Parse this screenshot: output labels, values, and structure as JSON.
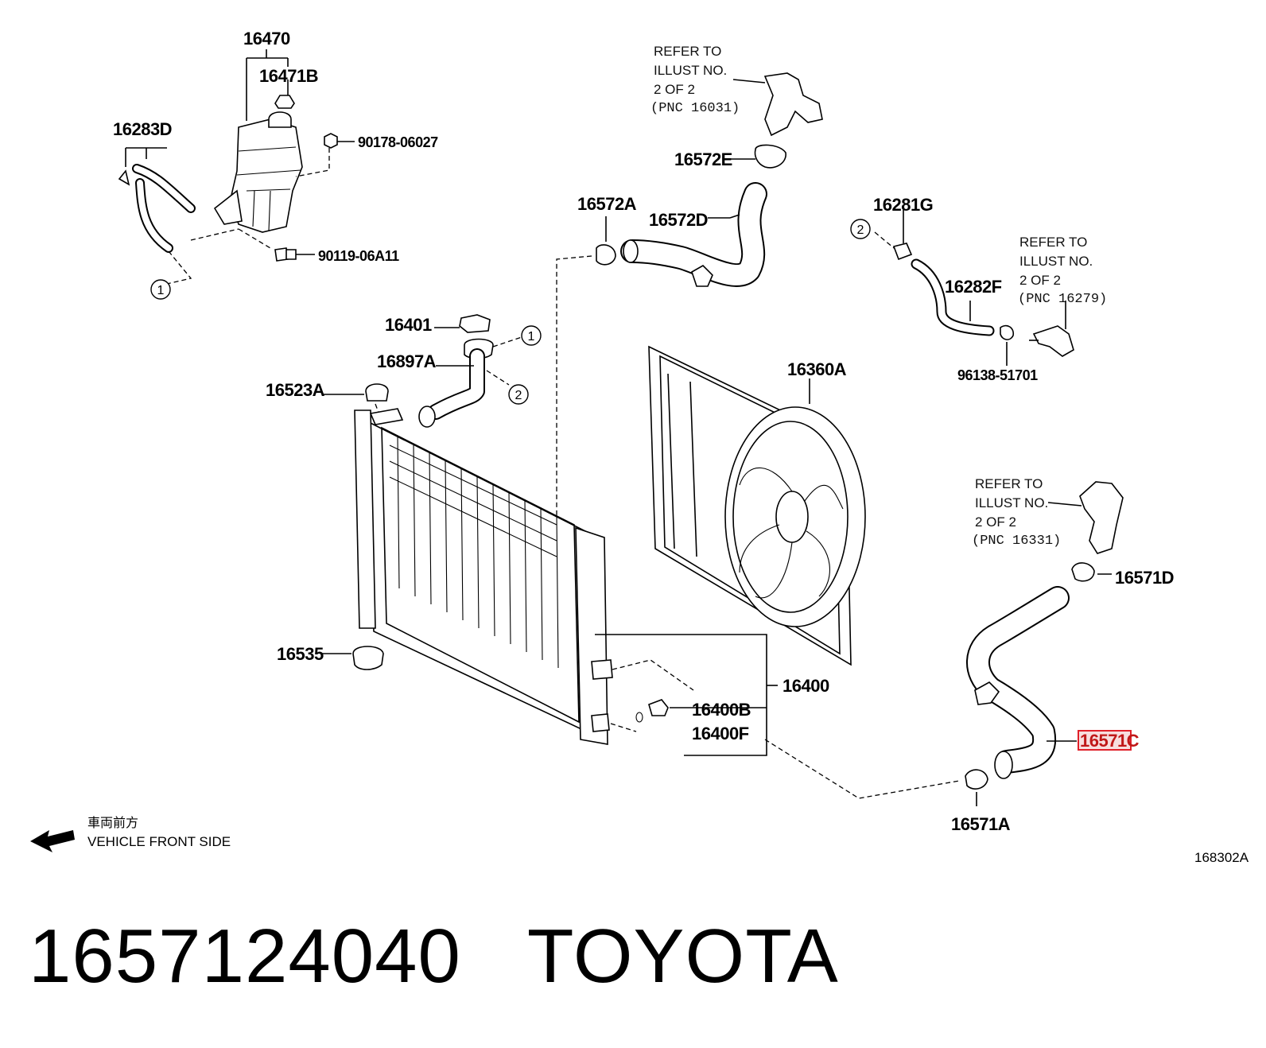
{
  "parts": {
    "p16470": "16470",
    "p16471B": "16471B",
    "p16283D": "16283D",
    "p90178": "90178-06027",
    "p90119": "90119-06A11",
    "p16572E": "16572E",
    "p16572A": "16572A",
    "p16572D": "16572D",
    "p16401": "16401",
    "p16897A": "16897A",
    "p16523A": "16523A",
    "p16281G": "16281G",
    "p16282F": "16282F",
    "p96138": "96138-51701",
    "p16360A": "16360A",
    "p16535": "16535",
    "p16400": "16400",
    "p16400B": "16400B",
    "p16400F": "16400F",
    "p16571D": "16571D",
    "p16571A": "16571A",
    "p16571C": "16571C"
  },
  "refers": {
    "r1": {
      "line1": "REFER TO",
      "line2": "ILLUST NO.",
      "line3": "2 OF 2",
      "line4": "(PNC 16031)"
    },
    "r2": {
      "line1": "REFER TO",
      "line2": "ILLUST NO.",
      "line3": "2 OF 2",
      "line4": "(PNC 16279)"
    },
    "r3": {
      "line1": "REFER TO",
      "line2": "ILLUST NO.",
      "line3": "2 OF 2",
      "line4": "(PNC 16331)"
    }
  },
  "callouts": {
    "one": "1",
    "two": "2"
  },
  "direction": {
    "cn": "車両前方",
    "en": "VEHICLE FRONT SIDE"
  },
  "illust_code": "168302A",
  "footer": {
    "part_number": "1657124040",
    "brand": "TOYOTA"
  },
  "highlight_color": "#e0202a"
}
